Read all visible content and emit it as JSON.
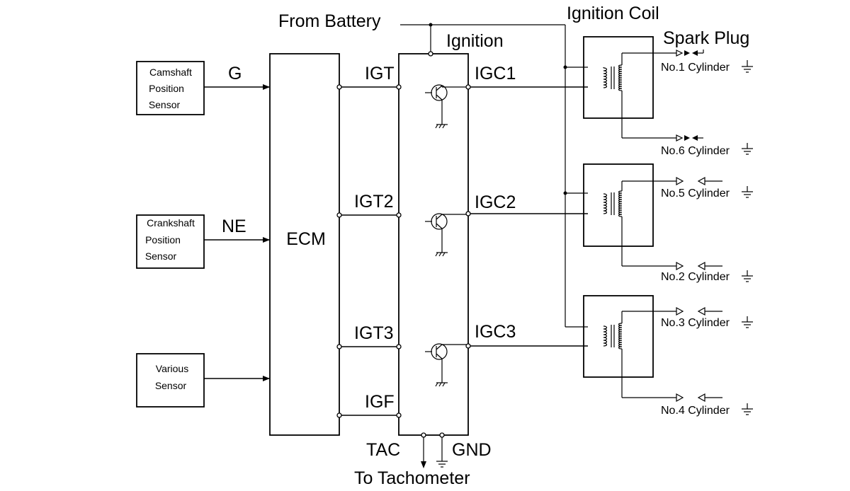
{
  "sensors": {
    "camshaft": [
      "Camshaft",
      "Position",
      "Sensor"
    ],
    "crankshaft": [
      "Crankshaft",
      "Position",
      "Sensor"
    ],
    "various": [
      "Various",
      "Sensor"
    ]
  },
  "signals": {
    "g": "G",
    "ne": "NE"
  },
  "ecm": "ECM",
  "ecm_pins": {
    "igt1": "IGT",
    "igt2": "IGT2",
    "igt3": "IGT3",
    "igf": "IGF"
  },
  "igniter": {
    "title": "Ignition",
    "igc1": "IGC1",
    "igc2": "IGC2",
    "igc3": "IGC3",
    "tac": "TAC",
    "gnd": "GND"
  },
  "labels": {
    "from_battery": "From Battery",
    "ignition_coil": "Ignition Coil",
    "spark_plug": "Spark Plug",
    "to_tachometer": "To Tachometer"
  },
  "cylinders": {
    "c1": "No.1 Cylinder",
    "c6": "No.6 Cylinder",
    "c5": "No.5 Cylinder",
    "c2": "No.2 Cylinder",
    "c3": "No.3 Cylinder",
    "c4": "No.4 Cylinder"
  }
}
